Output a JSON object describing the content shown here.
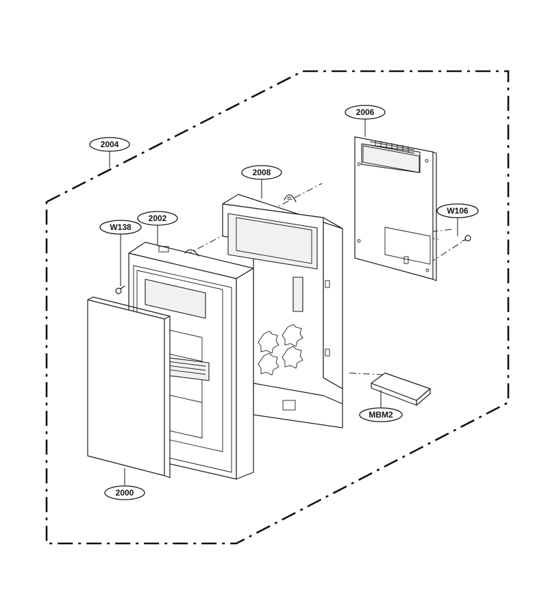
{
  "callouts": {
    "c2004": "2004",
    "c2006": "2006",
    "c2008": "2008",
    "c2002": "2002",
    "cW138": "W138",
    "cW106": "W106",
    "cMBM2": "MBM2",
    "c2000": "2000"
  },
  "colors": {
    "line": "#1a1a1a",
    "background": "#ffffff"
  }
}
